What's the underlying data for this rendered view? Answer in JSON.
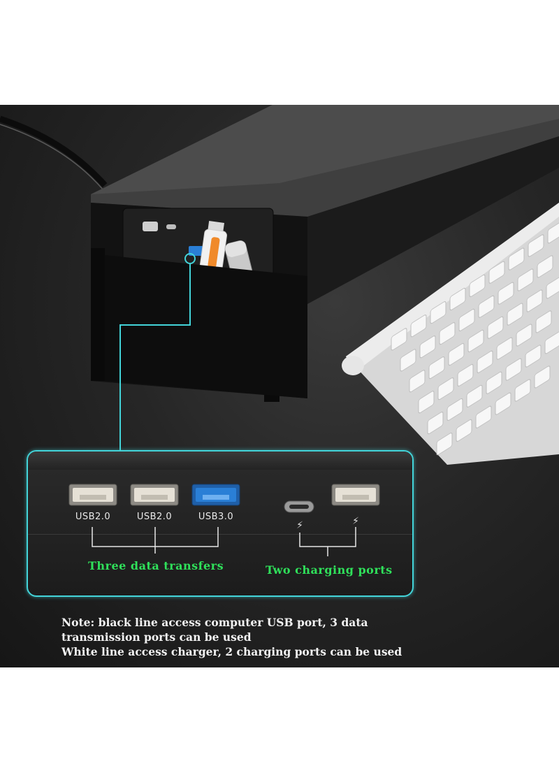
{
  "ports": [
    {
      "label": "USB2.0",
      "type": "usb-a",
      "color": "#e6e1d6"
    },
    {
      "label": "USB2.0",
      "type": "usb-a",
      "color": "#e6e1d6"
    },
    {
      "label": "USB3.0",
      "type": "usb-a",
      "color": "#2a7fd6"
    }
  ],
  "charging_ports": [
    {
      "type": "usb-c",
      "bolt": "⚡"
    },
    {
      "type": "usb-a",
      "bolt": "⚡"
    }
  ],
  "groups": {
    "data_label": "Three data transfers",
    "charging_label": "Two charging ports"
  },
  "note": {
    "line1": "Note: black line access computer USB port, 3 data",
    "line2": "transmission ports can be used",
    "line3": "White line access charger, 2 charging ports can be used"
  },
  "colors": {
    "callout_border": "#43d4d9",
    "group_label": "#2fe05a",
    "usb3_blue": "#2a7fd6"
  }
}
